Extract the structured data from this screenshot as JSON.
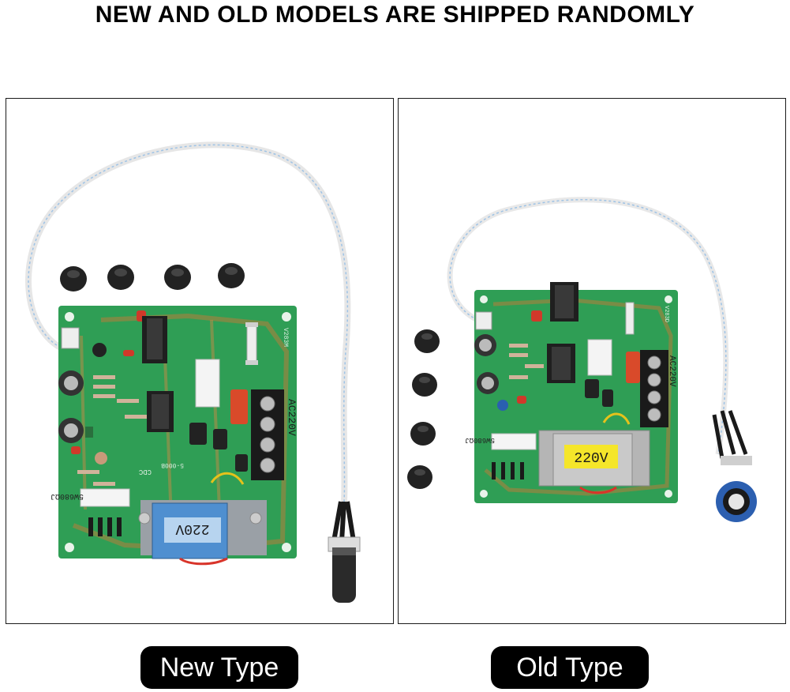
{
  "headline": "NEW AND OLD MODELS ARE SHIPPED RANDOMLY",
  "panels": {
    "new": {
      "caption": "New Type",
      "transformer_label": "220V",
      "terminal_label": "AC220V",
      "resistor_label": "5W680ΩJ",
      "board_code": "5-000B",
      "board_code_b": "CDC",
      "board_code_c": "V283M"
    },
    "old": {
      "caption": "Old Type",
      "transformer_label": "220V",
      "terminal_label": "AC220V",
      "resistor_label": "5W680ΩJ",
      "board_code": "V283D"
    }
  },
  "colors": {
    "pcb_green": "#2f9e55",
    "label_yellow": "#f5e62a",
    "transformer_blue": "#4f8fd0",
    "caption_bg": "#000000"
  }
}
